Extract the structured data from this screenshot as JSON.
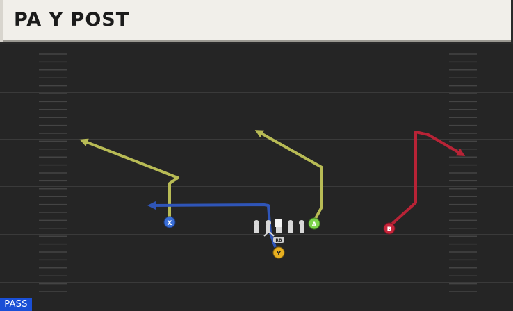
{
  "play": {
    "title": "PA Y POST",
    "type_badge": "PASS"
  },
  "players": [
    {
      "id": "X",
      "label": "X",
      "color": "#3a6fd8",
      "route_color": "#2f55b8"
    },
    {
      "id": "A",
      "label": "A",
      "color": "#7cd24a",
      "route_color": "#b8bb55"
    },
    {
      "id": "B",
      "label": "B",
      "color": "#c8263b",
      "route_color": "#b82336"
    },
    {
      "id": "Y",
      "label": "Y",
      "color": "#e8b020",
      "route_color": "#2f55b8"
    },
    {
      "id": "RB",
      "label": "RB",
      "color": "#d0d0d0"
    }
  ],
  "colors": {
    "field": "#252525",
    "yard_line": "#3c3c3c",
    "hash": "#484848",
    "lineman": "#d8d8d8",
    "x_route": "#b8bb55",
    "a_route": "#b8bb55",
    "b_route": "#b82336",
    "y_route": "#2f55b8"
  }
}
